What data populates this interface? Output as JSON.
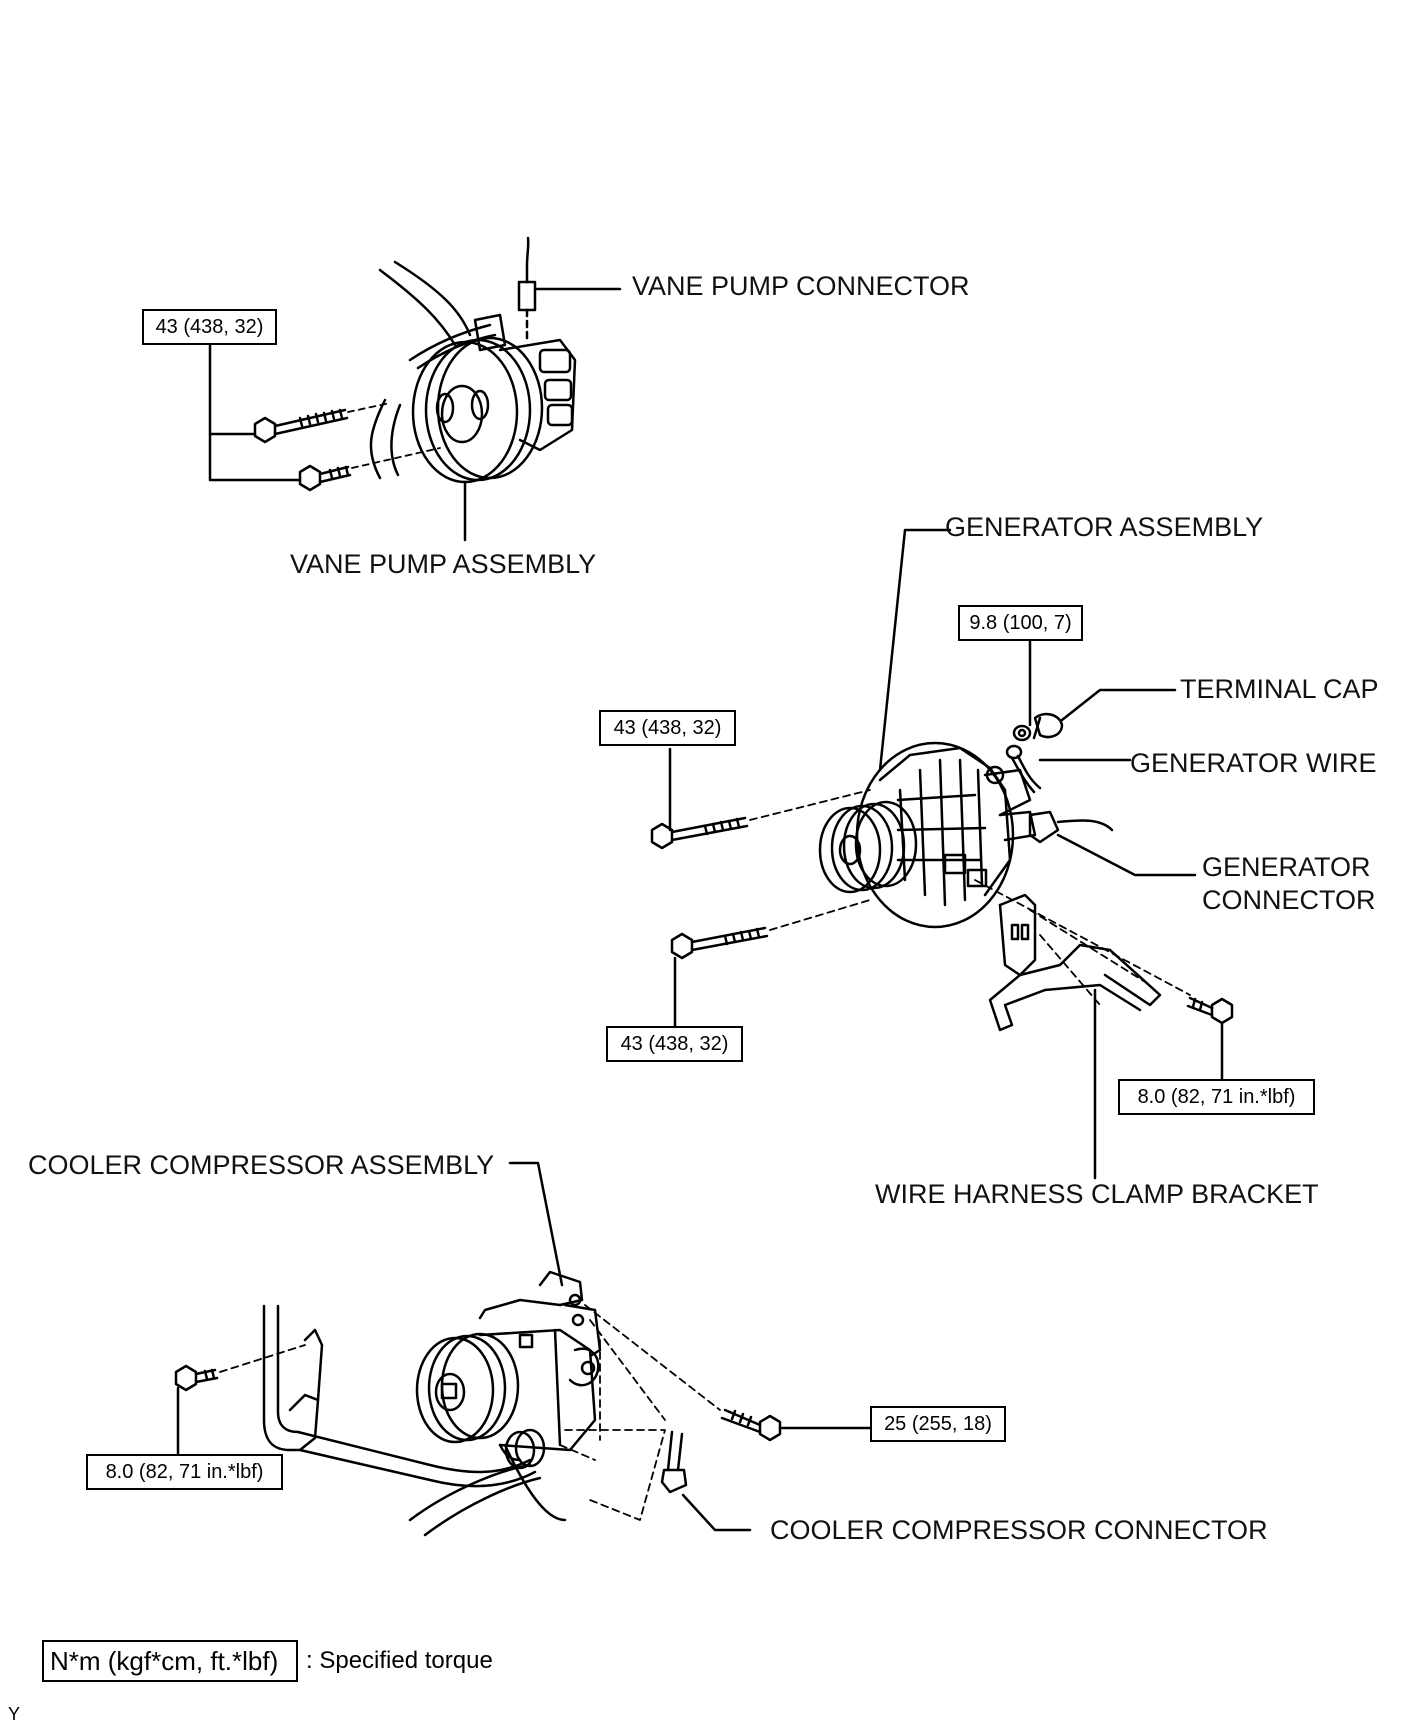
{
  "labels": {
    "vane_pump_connector": "VANE PUMP CONNECTOR",
    "vane_pump_assembly": "VANE PUMP ASSEMBLY",
    "generator_assembly": "GENERATOR ASSEMBLY",
    "terminal_cap": "TERMINAL CAP",
    "generator_wire": "GENERATOR WIRE",
    "generator_connector_1": "GENERATOR",
    "generator_connector_2": "CONNECTOR",
    "wire_harness_clamp_bracket": "WIRE HARNESS CLAMP BRACKET",
    "cooler_compressor_assembly": "COOLER COMPRESSOR ASSEMBLY",
    "cooler_compressor_connector": "COOLER COMPRESSOR CONNECTOR"
  },
  "torques": {
    "vane_pump": "43 (438, 32)",
    "generator_cap": "9.8 (100, 7)",
    "generator_upper": "43 (438, 32)",
    "generator_lower": "43 (438, 32)",
    "bracket_bolt": "8.0 (82, 71 in.*lbf)",
    "compressor_left": "8.0 (82, 71 in.*lbf)",
    "compressor_right": "25 (255, 18)"
  },
  "legend": {
    "unit": "N*m (kgf*cm, ft.*lbf)",
    "text": ": Specified torque"
  },
  "corner_code": "Y"
}
